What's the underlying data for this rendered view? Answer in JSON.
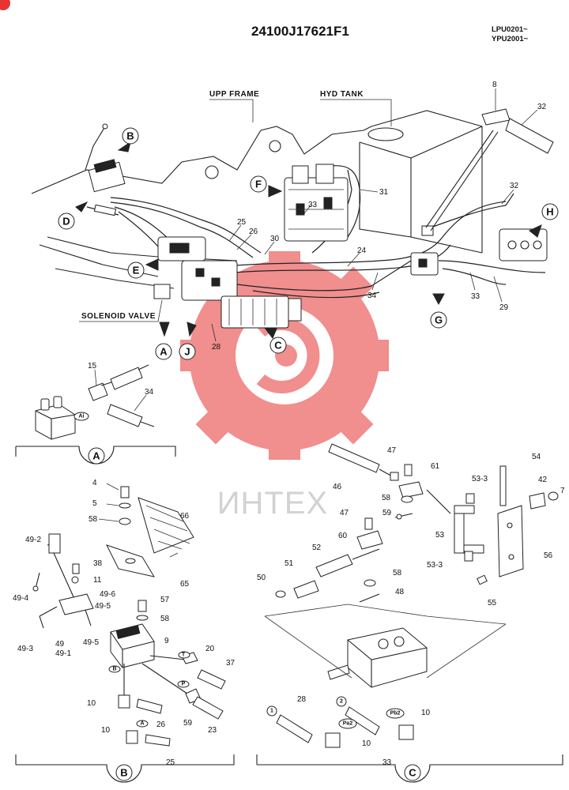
{
  "header": {
    "title": "24100J17621F1",
    "serial_1": "LPU0201~",
    "serial_2": "YPU2001~"
  },
  "labels": {
    "upp_frame": "UPP FRAME",
    "hyd_tank": "HYD TANK",
    "solenoid_valve": "SOLENOID VALVE"
  },
  "view_markers": [
    "A",
    "B",
    "C",
    "D",
    "E",
    "F",
    "G",
    "H",
    "J"
  ],
  "section_titles": {
    "a": "A",
    "b": "B",
    "c": "C"
  },
  "small_marks": {
    "ai": "Ai",
    "t": "T",
    "p": "P",
    "b": "B",
    "a": "A",
    "pa2": "Pa2",
    "pb2": "Pb2",
    "one": "1",
    "two": "2"
  },
  "callouts": {
    "p8": "8",
    "p32a": "32",
    "p32b": "32",
    "p31": "31",
    "p33a": "33",
    "p25a": "25",
    "p26a": "26",
    "p30": "30",
    "p24": "24",
    "p34a": "34",
    "p33b": "33",
    "p29": "29",
    "p28a": "28",
    "p15": "15",
    "p34b": "34",
    "p4": "4",
    "p5": "5",
    "p58a": "58",
    "p66": "66",
    "p65": "65",
    "p49_2": "49-2",
    "p38": "38",
    "p11": "11",
    "p49_6": "49-6",
    "p49_5a": "49-5",
    "p49_4": "49-4",
    "p49": "49",
    "p49_1": "49-1",
    "p49_3": "49-3",
    "p49_5b": "49-5",
    "p57": "57",
    "p58b": "58",
    "p9": "9",
    "p20": "20",
    "p37": "37",
    "p10a": "10",
    "p26b": "26",
    "p59a": "59",
    "p23": "23",
    "p10b": "10",
    "p25b": "25",
    "p47a": "47",
    "p61": "61",
    "p46": "46",
    "p58c": "58",
    "p59b": "59",
    "p47b": "47",
    "p60": "60",
    "p52": "52",
    "p51": "51",
    "p50": "50",
    "p58d": "58",
    "p48": "48",
    "p54": "54",
    "p53_3a": "53-3",
    "p42": "42",
    "p7": "7",
    "p53": "53",
    "p56": "56",
    "p53_3b": "53-3",
    "p55": "55",
    "p28b": "28",
    "p10c": "10",
    "p33c": "33",
    "p10d": "10"
  },
  "watermark": "ИНТЕХ",
  "colors": {
    "ink": "#222222",
    "watermark_red": "#e63333"
  }
}
